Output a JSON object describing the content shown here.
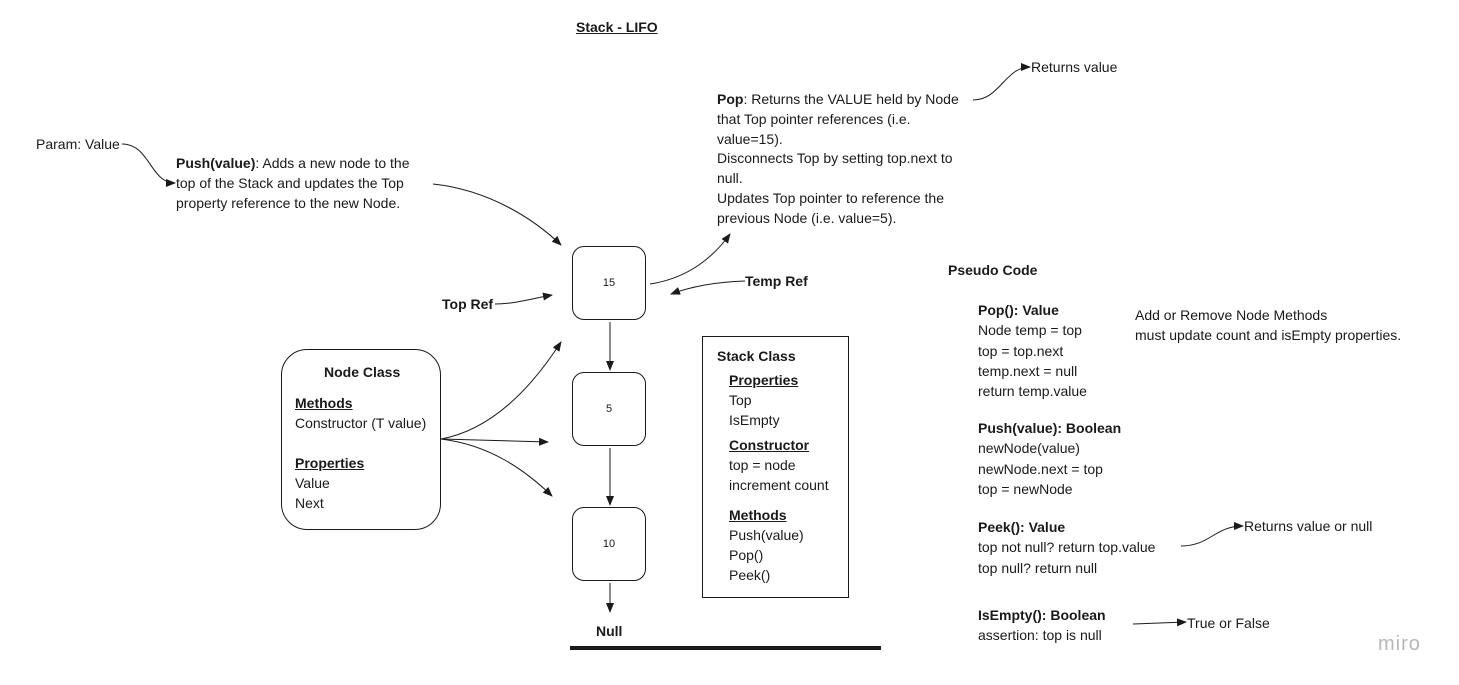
{
  "title": "Stack  -  LIFO",
  "param_label": "Param: Value",
  "push_desc": {
    "name": "Push(value)",
    "lines": [
      ": Adds a new node to the",
      "top of the Stack and updates the Top",
      "property reference to the new Node."
    ]
  },
  "pop_desc": {
    "name": "Pop",
    "lines": [
      ": Returns the VALUE held by Node",
      "that Top pointer references (i.e.",
      "value=15).",
      "Disconnects Top by setting top.next to",
      "null.",
      "Updates Top pointer to reference the",
      "previous Node (i.e. value=5)."
    ]
  },
  "returns_value": "Returns value",
  "top_ref": "Top Ref",
  "temp_ref": "Temp Ref",
  "nodes": [
    "15",
    "5",
    "10"
  ],
  "null_label": "Null",
  "node_class": {
    "title": "Node Class",
    "methods_header": "Methods",
    "methods": [
      "Constructor (T value)"
    ],
    "properties_header": "Properties",
    "properties": [
      "Value",
      "Next"
    ]
  },
  "stack_class": {
    "title": "Stack Class",
    "properties_header": "Properties",
    "properties": [
      "Top",
      "IsEmpty"
    ],
    "constructor_header": "Constructor",
    "constructor": [
      "top = node",
      "increment count"
    ],
    "methods_header": "Methods",
    "methods": [
      "Push(value)",
      "Pop()",
      "Peek()"
    ]
  },
  "pseudo": {
    "header": "Pseudo Code",
    "note": [
      "Add or Remove Node Methods",
      "must update count and isEmpty properties."
    ],
    "pop": {
      "sig": "Pop(): Value",
      "lines": [
        "Node temp = top",
        "top = top.next",
        "temp.next = null",
        "return temp.value"
      ]
    },
    "push": {
      "sig": "Push(value): Boolean",
      "lines": [
        "newNode(value)",
        "newNode.next = top",
        "top = newNode"
      ]
    },
    "peek": {
      "sig": "Peek(): Value",
      "lines": [
        "top not null? return top.value",
        "top null? return null"
      ],
      "note": "Returns value or null"
    },
    "isempty": {
      "sig": "IsEmpty(): Boolean",
      "lines": [
        "assertion: top is null"
      ],
      "note": "True or False"
    }
  },
  "watermark": "miro"
}
